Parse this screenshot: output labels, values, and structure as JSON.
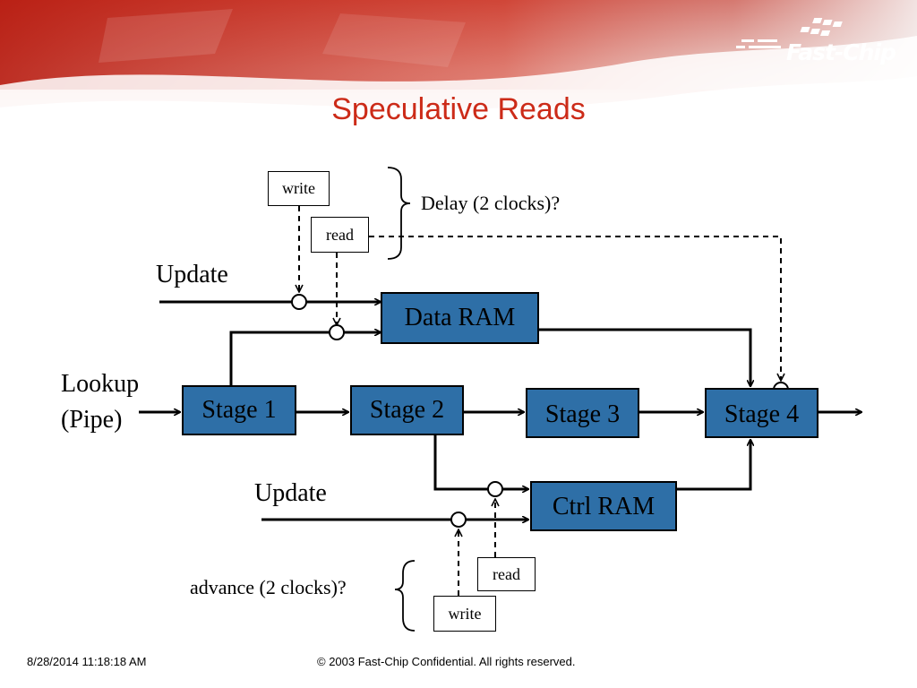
{
  "slide": {
    "title": "Speculative Reads",
    "logo": "Fast-Chip",
    "accent_color": "#cc2b18",
    "box_color": "#2e6fa7"
  },
  "diagram": {
    "top_write": "write",
    "top_read": "read",
    "delay_note": "Delay (2 clocks)?",
    "update_top": "Update",
    "data_ram": "Data RAM",
    "lookup": "Lookup",
    "pipe": "(Pipe)",
    "stage1": "Stage 1",
    "stage2": "Stage 2",
    "stage3": "Stage 3",
    "stage4": "Stage 4",
    "update_bottom": "Update",
    "ctrl_ram": "Ctrl RAM",
    "advance_note": "advance (2 clocks)?",
    "bottom_read": "read",
    "bottom_write": "write"
  },
  "footer": {
    "timestamp": "8/28/2014 11:18:18 AM",
    "copyright": "© 2003 Fast-Chip Confidential. All rights reserved."
  }
}
